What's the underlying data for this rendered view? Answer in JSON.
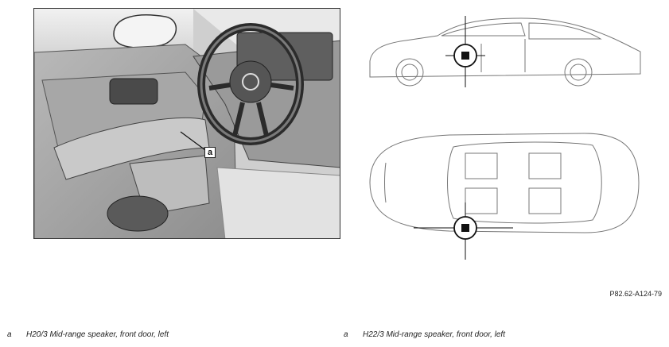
{
  "figure": {
    "callout_label": "a",
    "reference_code": "P82.62-A124-79",
    "icons": [
      "speaker-location-marker"
    ]
  },
  "legend": [
    {
      "key": "a",
      "text": "H20/3 Mid-range speaker, front door, left"
    },
    {
      "key": "a",
      "text": "H22/3 Mid-range speaker, front door, left"
    }
  ]
}
